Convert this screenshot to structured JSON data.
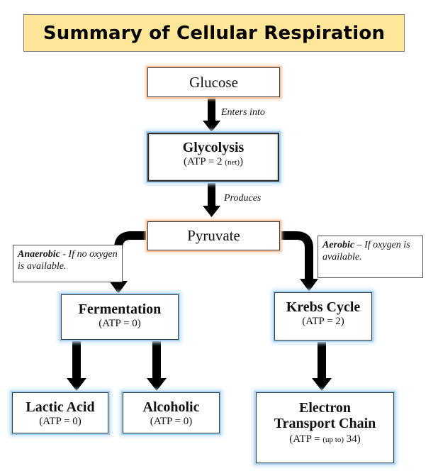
{
  "title": "Summary of Cellular Respiration",
  "colors": {
    "title_fill": "#FFE699",
    "orange_glow": "#F7C7A3",
    "blue_glow": "#A8D2F2",
    "arrow": "#000000"
  },
  "nodes": {
    "glucose": {
      "label": "Glucose"
    },
    "glycolysis": {
      "label": "Glycolysis",
      "atp_prefix": "(ATP = 2 ",
      "atp_note": "(net)",
      "atp_suffix": ")"
    },
    "pyruvate": {
      "label": "Pyruvate"
    },
    "fermentation": {
      "label": "Fermentation",
      "atp": "(ATP = 0)"
    },
    "krebs": {
      "label": "Krebs Cycle",
      "atp": "(ATP = 2)"
    },
    "lactic_acid": {
      "label": "Lactic Acid",
      "atp": "(ATP = 0)"
    },
    "alcoholic": {
      "label": "Alcoholic",
      "atp": "(ATP = 0)"
    },
    "etc": {
      "label_line1": "Electron",
      "label_line2": "Transport Chain",
      "atp_prefix": "(ATP = ",
      "atp_note": "(up to)",
      "atp_suffix": " 34)"
    }
  },
  "edge_labels": {
    "glucose_to_glycolysis": "Enters into",
    "glycolysis_to_pyruvate": "Produces"
  },
  "notes": {
    "anaerobic": {
      "term": "Anaerobic",
      "text": " - If no oxygen is available."
    },
    "aerobic": {
      "term": "Aerobic",
      "text": " – If oxygen is available."
    }
  }
}
